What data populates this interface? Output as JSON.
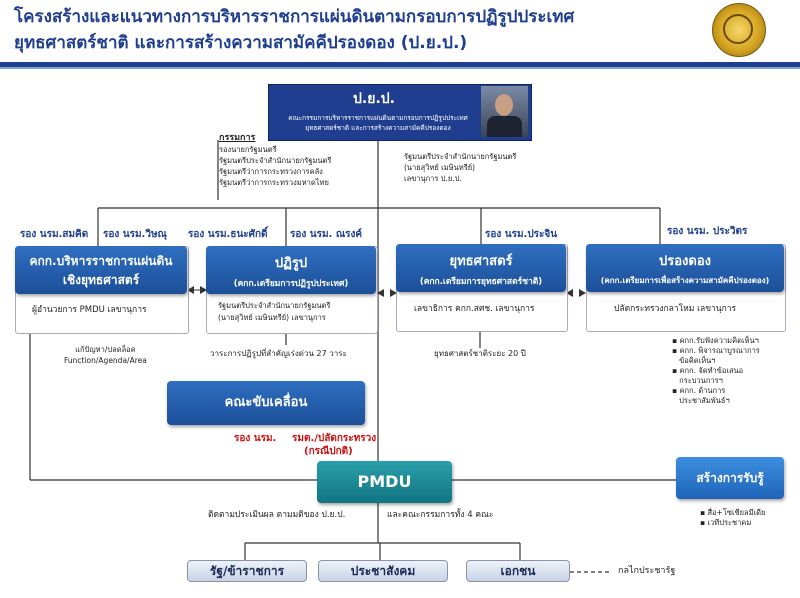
{
  "title": {
    "line1": "โครงสร้างและแนวทางการบริหารราชการแผ่นดินตามกรอบการปฏิรูปประเทศ",
    "line2": "ยุทธศาสตร์ชาติ และการสร้างความสามัคคีปรองดอง (ป.ย.ป.)"
  },
  "top": {
    "name": "ป.ย.ป.",
    "desc1": "คณะกรรมการบริหารราชการแผ่นดินตามกรอบการปฏิรูปประเทศ",
    "desc2": "ยุทธศาสตร์ชาติ และการสร้างความสามัคคีปรองดอง"
  },
  "committee": {
    "heading": "กรรมการ",
    "members": [
      "รองนายกรัฐมนตรี",
      "รัฐมนตรีประจำสำนักนายกรัฐมนตรี",
      "รัฐมนตรีว่าการกระทรวงการคลัง",
      "รัฐมนตรีว่าการกระทรวงมหาดไทย"
    ]
  },
  "secretary": {
    "line1": "รัฐมนตรีประจำสำนักนายกรัฐมนตรี",
    "line2": "(นายสุวิทย์ เมษินทรีย์)",
    "line3": "เลขานุการ ป.ย.ป."
  },
  "deputies": {
    "d1": "รอง นรม.สมคิด",
    "d2": "รอง นรม.วิษณุ",
    "d3": "รอง นรม.ธนะศักดิ์",
    "d4": "รอง นรม. ณรงค์",
    "d5": "รอง นรม.ประจิน",
    "d6": "รอง นรม. ประวิตร"
  },
  "boxes": [
    {
      "title": "คกก.บริหารราชการแผ่นดิน",
      "title2": "เชิงยุทธศาสตร์",
      "note": "ผู้อำนวยการ PMDU เลขานุการ"
    },
    {
      "title": "ปฏิรูป",
      "title2": "(คกก.เตรียมการปฏิรูปประเทศ)",
      "note": "รัฐมนตรีประจำสำนักนายกรัฐมนตรี",
      "note2": "(นายสุวิทย์ เมษินทรีย์) เลขานุการ"
    },
    {
      "title": "ยุทธศาสตร์",
      "title2": "(คกก.เตรียมการยุทธศาสตร์ชาติ)",
      "note": "เลขาธิการ คกก.สศช. เลขานุการ"
    },
    {
      "title": "ปรองดอง",
      "title2": "(คกก.เตรียมการเพื่อสร้างความสามัคคีปรองดอง)",
      "note": "ปลัดกระทรวงกลาโหม เลขานุการ"
    }
  ],
  "notes": {
    "left1": "แก้ปัญหา/ปลดล็อค",
    "left2": "Function/Agenda/Area",
    "reform": "วาระการปฏิรูปที่สำคัญเร่งด่วน 27 วาระ",
    "strategy": "ยุทธศาสตร์ชาติระยะ 20 ปี"
  },
  "reconcile_list": [
    "คกก.รับฟังความคิดเห็นฯ",
    "คกก. พิจารณาบูรณาการ",
    "ข้อคิดเห็นฯ",
    "คกก. จัดทำข้อเสนอ",
    "กระบวนการฯ",
    "คกก. ด้านการ",
    "ประชาสัมพันธ์ฯ"
  ],
  "driver": {
    "name": "คณะขับเคลื่อน",
    "red1": "รอง นรม.",
    "red2": "รมต./ปลัดกระทรวง",
    "red3": "(กรณีปกติ)"
  },
  "pmdu": {
    "name": "PMDU",
    "caption1": "ติดตามประเมินผล ตามมติของ ป.ย.ป.",
    "caption2": "และคณะกรรมการทั้ง 4 คณะ"
  },
  "acceptance": {
    "name": "สร้างการรับรู้",
    "items": [
      "สื่อ+โซเชียลมีเดีย",
      "เวทีประชาคม"
    ]
  },
  "bottom": {
    "pills": [
      "รัฐ/ข้าราชการ",
      "ประชาสังคม",
      "เอกชน"
    ],
    "mechanism": "กลไกประชารัฐ"
  },
  "colors": {
    "primary": "#1f3e8f",
    "box": "#2f6fc0",
    "pmdu": "#1a8a96",
    "accent_red": "#cc1111"
  }
}
